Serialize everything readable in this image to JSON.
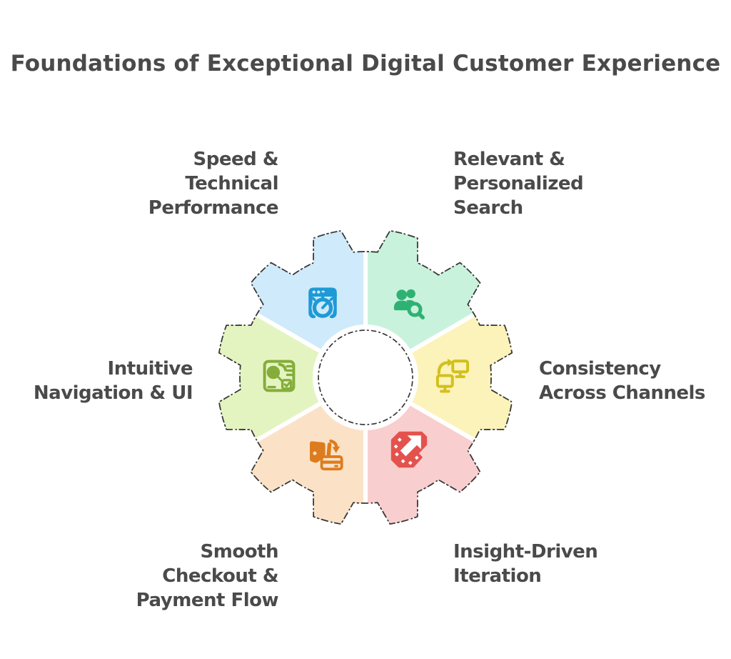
{
  "title": {
    "lines": [
      "Foundations of Exceptional Digital Customer",
      "Experience"
    ]
  },
  "diagram": {
    "type": "gear-cycle",
    "teeth": 12,
    "text_color": "#4a4a4a",
    "outline_color": "#383838",
    "divider_color": "#ffffff",
    "hub_fill": "#ffffff",
    "segments": [
      {
        "id": "speed-technical-performance",
        "position": "top-left",
        "lines": [
          "Speed &",
          "Technical",
          "Performance"
        ],
        "fill": "#cfeafa",
        "icon_color": "#1e9ad6",
        "icon": "browser-stopwatch-icon"
      },
      {
        "id": "relevant-personalized-search",
        "position": "top-right",
        "lines": [
          "Relevant &",
          "Personalized",
          "Search"
        ],
        "fill": "#c9f2dd",
        "icon_color": "#2eb273",
        "icon": "users-search-icon"
      },
      {
        "id": "consistency-across-channels",
        "position": "right",
        "lines": [
          "Consistency",
          "Across Channels"
        ],
        "fill": "#fbf3b9",
        "icon_color": "#d3c01a",
        "icon": "monitors-sync-icon"
      },
      {
        "id": "insight-driven-iteration",
        "position": "bottom-right",
        "lines": [
          "Insight-Driven",
          "Iteration"
        ],
        "fill": "#f9cecf",
        "icon_color": "#e4524d",
        "icon": "arrow-badge-icon"
      },
      {
        "id": "smooth-checkout-payment-flow",
        "position": "bottom-left",
        "lines": [
          "Smooth",
          "Checkout &",
          "Payment Flow"
        ],
        "fill": "#fbe2c7",
        "icon_color": "#dd7c1f",
        "icon": "wallet-card-icon"
      },
      {
        "id": "intuitive-navigation-ui",
        "position": "left",
        "lines": [
          "Intuitive",
          "Navigation & UI"
        ],
        "fill": "#e4f4c1",
        "icon_color": "#84ad3a",
        "icon": "wireframe-ui-icon"
      }
    ]
  }
}
